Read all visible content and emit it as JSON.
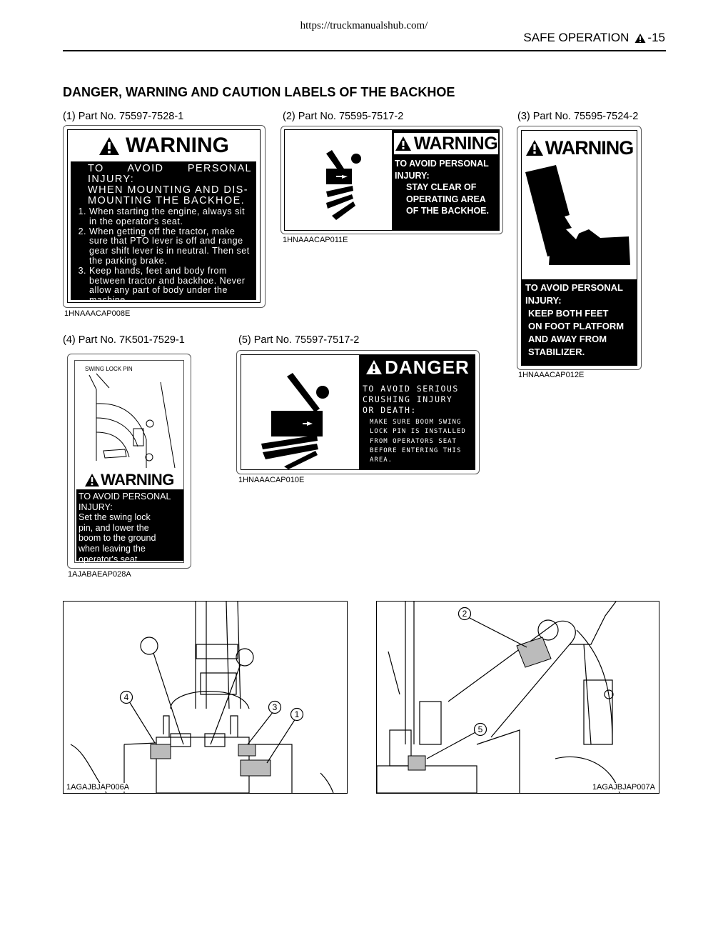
{
  "header": {
    "url": "https://truckmanualshub.com/",
    "section_prefix": "SAFE OPERATION",
    "section_page": "-15"
  },
  "title": "DANGER, WARNING AND CAUTION LABELS OF THE BACKHOE",
  "labels": [
    {
      "part": "(1) Part No. 75597-7528-1",
      "signal": "WARNING",
      "heading": "TO AVOID PERSONAL INJURY: WHEN MOUNTING AND DIS-MOUNTING THE BACKHOE.",
      "heading_lines": [
        "TO AVOID PERSONAL INJURY:",
        "WHEN MOUNTING AND DIS-",
        "MOUNTING THE BACKHOE."
      ],
      "steps": [
        "When starting the engine, always sit in the operator's seat.",
        "When getting off the tractor, make sure that PTO lever is off and range gear shift lever is in neutral. Then set the parking brake.",
        "Keep hands, feet and body from between tractor and backhoe. Never allow any part of body under the machine."
      ],
      "code": "1HNAAACAP008E"
    },
    {
      "part": "(2) Part No. 75595-7517-2",
      "signal": "WARNING",
      "lines": [
        "TO AVOID PERSONAL",
        "INJURY:",
        "STAY CLEAR OF",
        "OPERATING AREA",
        "OF THE BACKHOE."
      ],
      "code": "1HNAAACAP011E"
    },
    {
      "part": "(3) Part No. 75595-7524-2",
      "signal": "WARNING",
      "lines": [
        "TO AVOID PERSONAL",
        "INJURY:",
        "KEEP BOTH FEET",
        "ON FOOT PLATFORM",
        "AND AWAY FROM",
        "STABILIZER."
      ],
      "code": "1HNAAACAP012E"
    },
    {
      "part": "(4) Part No. 7K501-7529-1",
      "diagram_label": "SWING LOCK PIN",
      "signal": "WARNING",
      "lines": [
        "TO AVOID PERSONAL",
        "INJURY:",
        "Set the swing lock",
        "pin, and lower the",
        "boom to the ground",
        "when leaving the",
        "operator's seat."
      ],
      "code": "1AJABAEAP028A"
    },
    {
      "part": "(5) Part No. 75597-7517-2",
      "signal": "DANGER",
      "lines": [
        "TO AVOID SERIOUS",
        "CRUSHING INJURY",
        "OR DEATH:"
      ],
      "sub_lines": [
        "MAKE SURE BOOM SWING",
        "LOCK PIN IS INSTALLED",
        "FROM OPERATORS SEAT",
        "BEFORE ENTERING THIS",
        "AREA."
      ],
      "code": "1HNAAACAP010E"
    }
  ],
  "photos": [
    {
      "code": "1AGAJBJAP006A",
      "callouts": [
        "4",
        "3",
        "1"
      ]
    },
    {
      "code": "1AGAJBJAP007A",
      "callouts": [
        "2",
        "5"
      ]
    }
  ]
}
